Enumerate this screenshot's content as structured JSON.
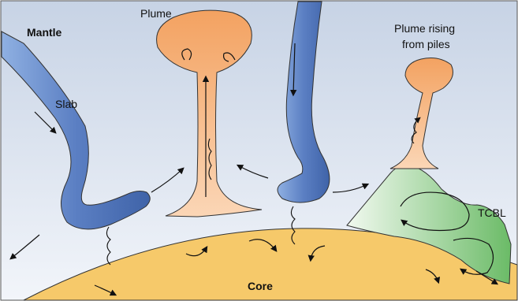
{
  "labels": {
    "mantle": "Mantle",
    "plume": "Plume",
    "slab": "Slab",
    "plume_piles_line1": "Plume rising",
    "plume_piles_line2": "from piles",
    "tcbl": "TCBL",
    "core": "Core"
  },
  "colors": {
    "mantle_top": "#c9d5e6",
    "mantle_bottom": "#eef2f8",
    "core": "#f6c96a",
    "core_edge": "#e8b04a",
    "slab": "#5b7fc3",
    "slab_light": "#8fb0e2",
    "plume": "#f3a261",
    "plume_light": "#fbd3b0",
    "pile": "#7cc27a",
    "pile_light": "#e4f3e2"
  }
}
